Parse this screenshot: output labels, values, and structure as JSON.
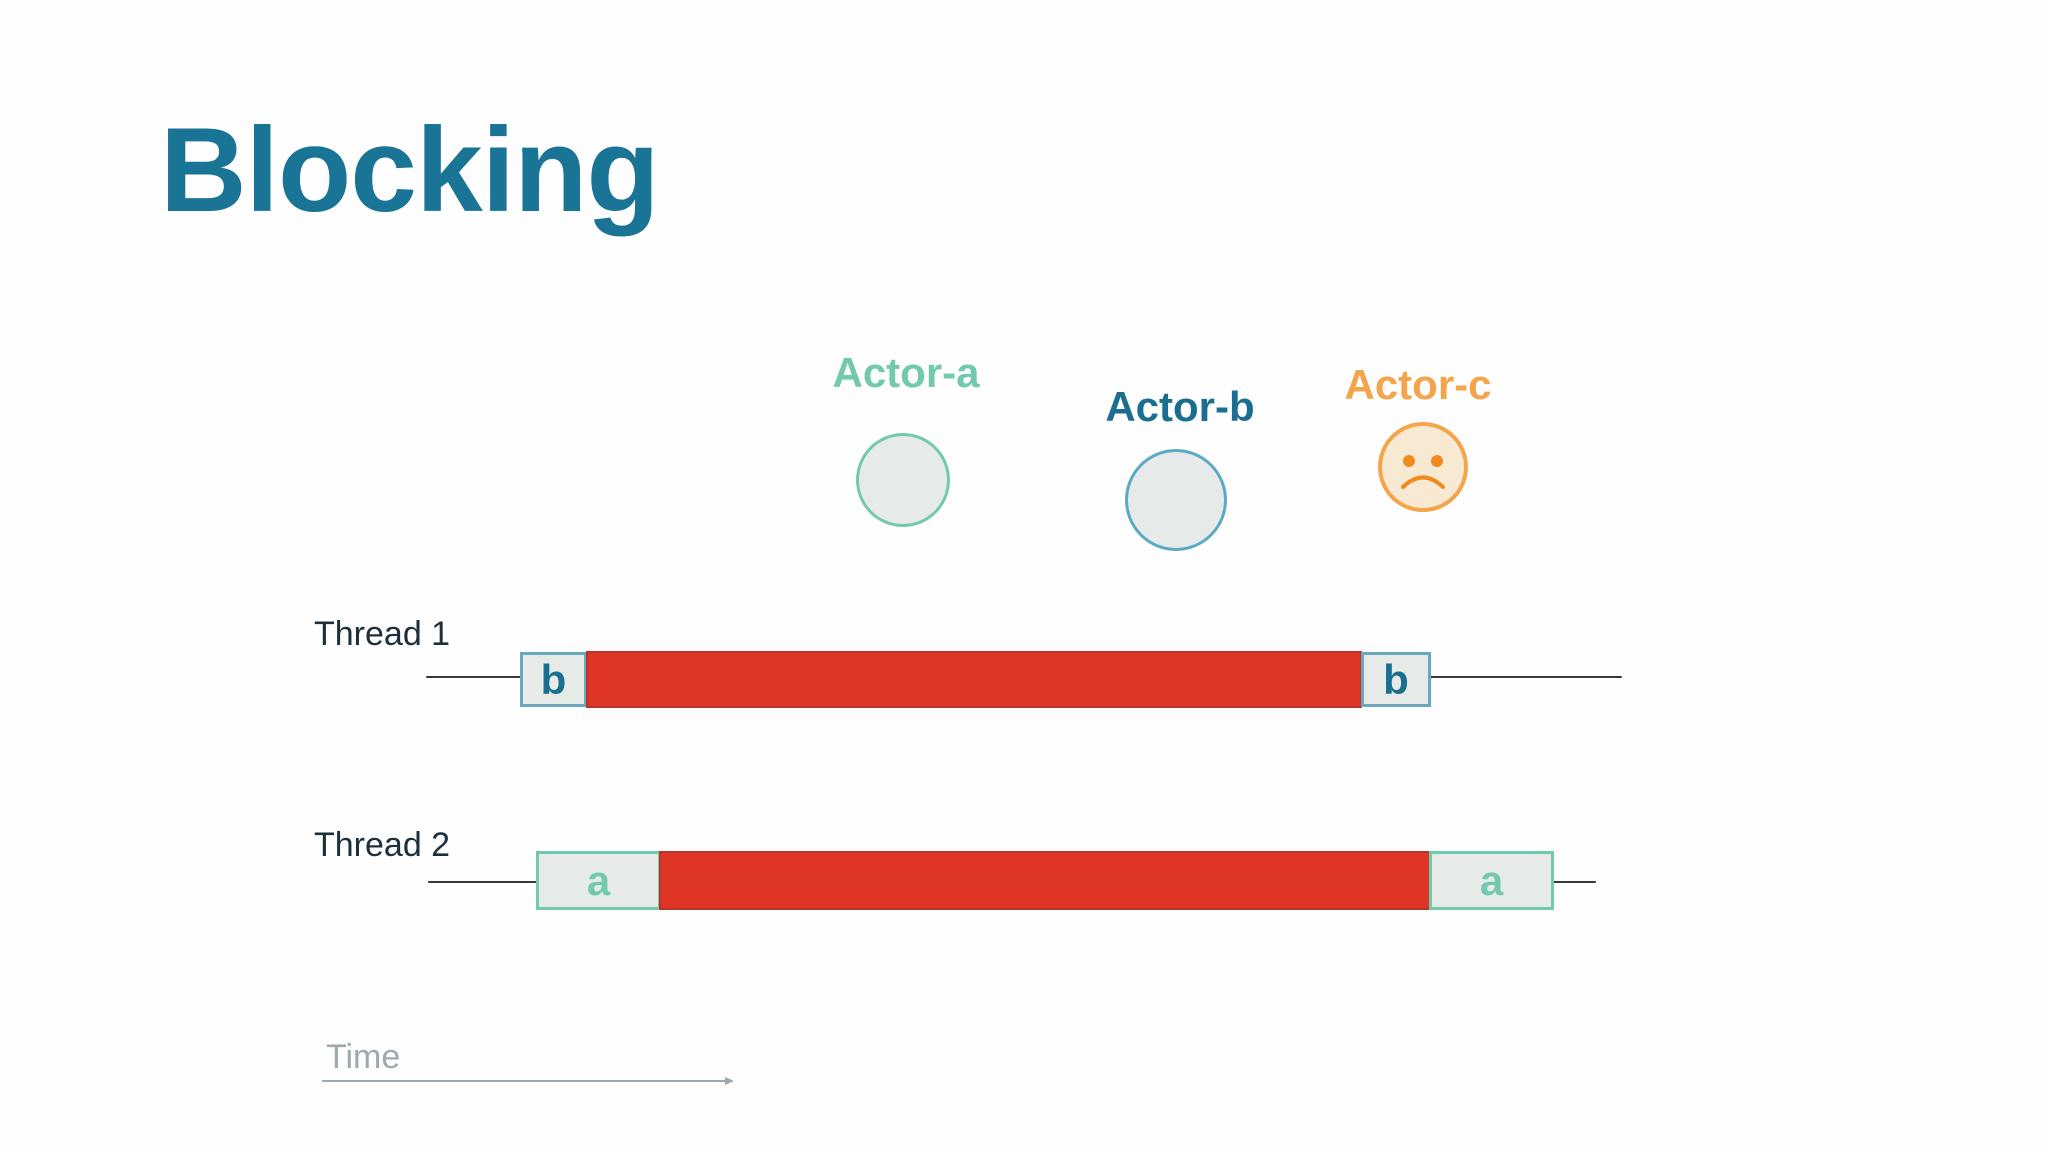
{
  "title": "Blocking",
  "colors": {
    "title": "#1a7496",
    "actor_a": "#72c9ad",
    "actor_b": "#1a6f91",
    "actor_c": "#f4a54b",
    "circle_fill": "#e6eae8",
    "blocking": "#df3525",
    "slot_fill": "#e6ebe8",
    "thread_label": "#1c2f3a",
    "time": "#9aaab0"
  },
  "actors": [
    {
      "name": "Actor-a",
      "state": "idle"
    },
    {
      "name": "Actor-b",
      "state": "idle"
    },
    {
      "name": "Actor-c",
      "state": "sad",
      "icon": "sad-face-icon"
    }
  ],
  "threads": [
    {
      "label": "Thread 1",
      "start_slot": "b",
      "end_slot": "b"
    },
    {
      "label": "Thread 2",
      "start_slot": "a",
      "end_slot": "a"
    }
  ],
  "time_label": "Time"
}
